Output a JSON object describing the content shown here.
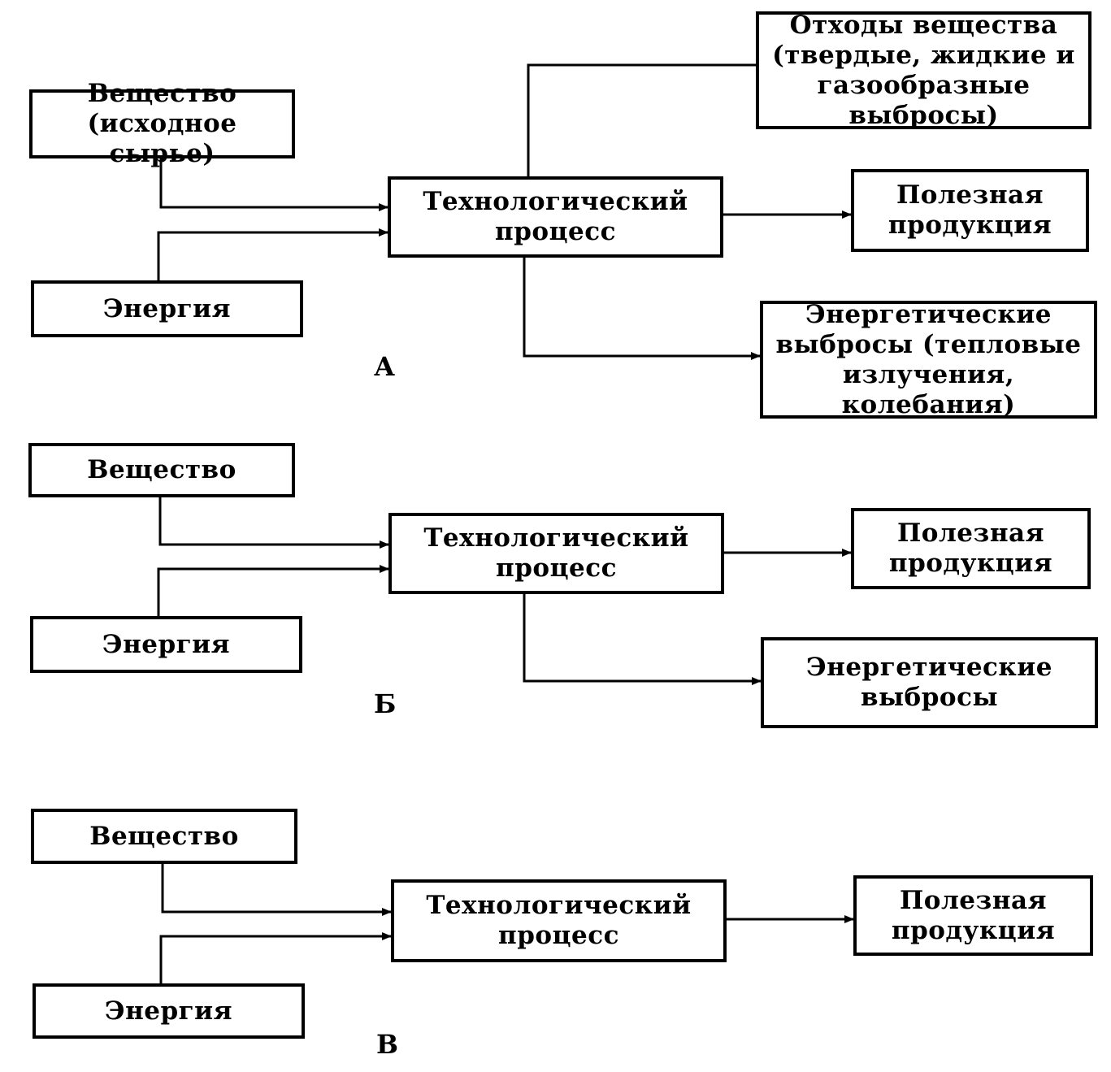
{
  "diagram_a": {
    "label": "А",
    "substance": [
      "Вещество",
      "(исходное сырье)"
    ],
    "energy": [
      "Энергия"
    ],
    "process": [
      "Технологический",
      "процесс"
    ],
    "waste": [
      "Отходы вещества",
      "(твердые, жидкие и",
      "газообразные выбросы)"
    ],
    "product": [
      "Полезная",
      "продукция"
    ],
    "energy_emissions": [
      "Энергетические",
      "выбросы (тепловые",
      "излучения, колебания)"
    ]
  },
  "diagram_b": {
    "label": "Б",
    "substance": [
      "Вещество"
    ],
    "energy": [
      "Энергия"
    ],
    "process": [
      "Технологический",
      "процесс"
    ],
    "product": [
      "Полезная",
      "продукция"
    ],
    "energy_emissions": [
      "Энергетические",
      "выбросы"
    ]
  },
  "diagram_c": {
    "label": "В",
    "substance": [
      "Вещество"
    ],
    "energy": [
      "Энергия"
    ],
    "process": [
      "Технологический",
      "процесс"
    ],
    "product": [
      "Полезная",
      "продукция"
    ]
  }
}
